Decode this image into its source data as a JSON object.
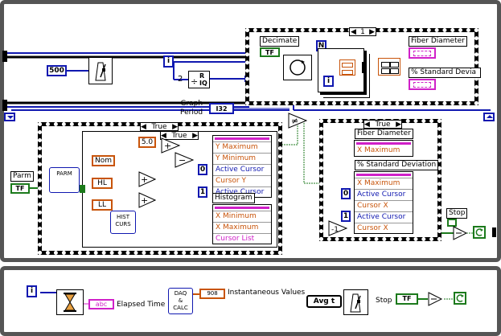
{
  "diagram": {
    "decimate_label": "Decimate",
    "case_selector_top": "1",
    "n_label": "N",
    "i_label": "i",
    "tf_label": "TF",
    "fiber_diameter_label": "Fiber Diameter",
    "std_dev_label": "% Standard Devia",
    "const_500": "500",
    "const_2": "2",
    "iq_label": "IQ",
    "graph_period_label": "Graph\nPeriod",
    "i32_label": "I32",
    "parm_label": "Parm",
    "parm_tf": "TF",
    "parm_node": "PARM",
    "true_label": "True",
    "true_label_inner": "True",
    "const_5": "5.0",
    "nom_label": "Nom",
    "hl_label": "HL",
    "ll_label": "LL",
    "hist_curs_label": "HIST\nCURS",
    "zero_const": "0",
    "one_const": "1",
    "histogram_label": "Histogram",
    "cluster_items": [
      "Y Maximum",
      "Y Minimum",
      "Active Cursor",
      "Cursor Y",
      "Active Cursor"
    ],
    "cluster2_items": [
      "X Minimum",
      "X Maximum",
      "Cursor List"
    ],
    "right_case": {
      "true_label": "True",
      "fiber_diameter": "Fiber Diameter",
      "x_maximum": "X Maximum",
      "std_dev": "% Standard Deviation",
      "items": [
        "X Maximum",
        "Active Cursor",
        "Cursor X",
        "Active Cursor",
        "Cursor X"
      ],
      "zero_const": "0",
      "one_const": "1",
      "neg_one": "-1"
    },
    "stop_label": "Stop",
    "bottom": {
      "i_label": "i",
      "abc_label": "abc",
      "elapsed_time": "Elapsed Time",
      "daq_calc": "DAQ\n&\nCALC",
      "dbl_label": "908",
      "instant_values": "Instantaneous Values",
      "avg_t": "Avg t",
      "stop_label": "Stop",
      "tf_label": "TF"
    }
  }
}
